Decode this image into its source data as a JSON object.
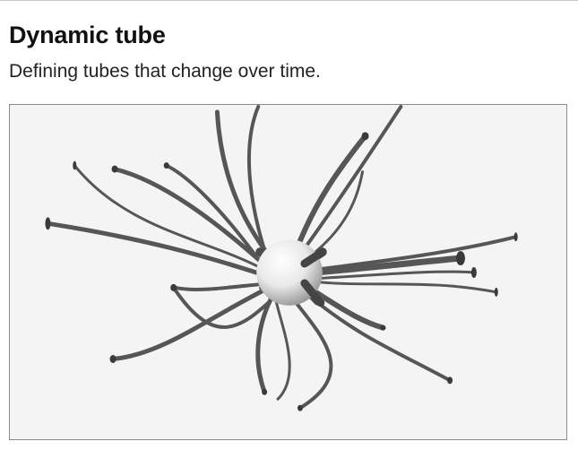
{
  "header": {
    "title": "Dynamic tube",
    "subtitle": "Defining tubes that change over time."
  },
  "scene": {
    "kind": "3d-render",
    "objects": [
      "central-sphere",
      "tubes",
      "tube-end-caps"
    ],
    "colors": {
      "background": "#f4f4f4",
      "border": "#8a8a8a",
      "tube": "#555555",
      "sphere_light": "#ffffff",
      "sphere_shadow": "#9a9a9a"
    }
  }
}
